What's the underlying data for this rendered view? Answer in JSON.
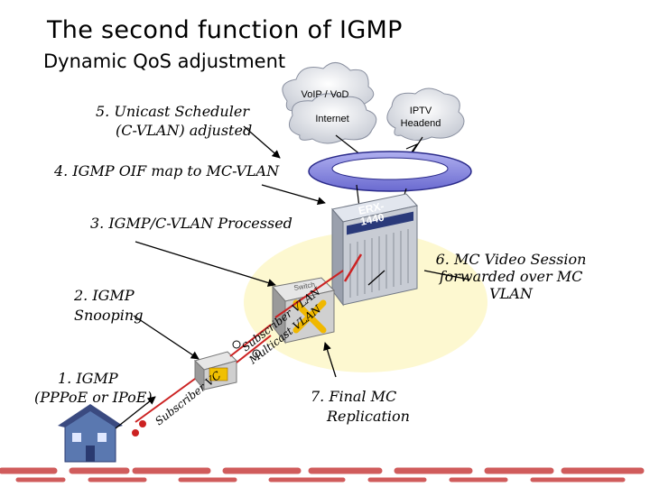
{
  "title": "The second function of IGMP",
  "subtitle": "Dynamic QoS adjustment",
  "steps": {
    "s1_line1": "1. IGMP",
    "s1_line2": "(PPPoE or IPoE)",
    "s2_line1": "2. IGMP",
    "s2_line2": "Snooping",
    "s3": "3. IGMP/C-VLAN Processed",
    "s4": "4. IGMP OIF map to MC-VLAN",
    "s5_line1": "5. Unicast Scheduler",
    "s5_line2": "(C-VLAN) adjusted",
    "s6_line1": "6. MC Video Session",
    "s6_line2": "forwarded over MC",
    "s6_line3": "VLAN",
    "s7_line1": "7. Final MC",
    "s7_line2": "Replication"
  },
  "clouds": {
    "voip": "VoIP / VoD",
    "internet": "Internet",
    "iptv_line1": "IPTV",
    "iptv_line2": "Headend"
  },
  "device": {
    "router_label_line1": "ERX-",
    "router_label_line2": "1440",
    "switch_label": "Switch"
  },
  "link_labels": {
    "subscriber_vlan": "Subscriber VLAN",
    "multicast_vlan": "Multicast VLAN",
    "subscriber_vc": "Subscriber VC"
  },
  "colors": {
    "ring_fill": "#8c8ce0",
    "ring_dark": "#2a2a8a",
    "halo": "#fdf8d0",
    "router_body": "#c8ccd4",
    "switch_body": "#d0d0d0",
    "switch_x": "#f0b800",
    "house": "#5a78b0",
    "link_red": "#cc2222",
    "watermark": "#c84040"
  }
}
